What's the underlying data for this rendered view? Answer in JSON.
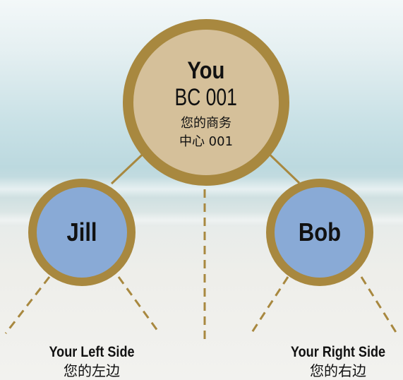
{
  "root": {
    "name": "You",
    "code": "BC 001",
    "desc_line1": "您的商务",
    "desc_line2": "中心 001"
  },
  "left_child": {
    "name": "Jill"
  },
  "right_child": {
    "name": "Bob"
  },
  "left_side": {
    "label_en": "Your Left Side",
    "label_cn": "您的左边"
  },
  "right_side": {
    "label_en": "Your Right Side",
    "label_cn": "您的右边"
  },
  "colors": {
    "ring": "#a8883f",
    "root_fill": "#d5c09a",
    "child_fill": "#89aad6",
    "text": "#111111"
  }
}
